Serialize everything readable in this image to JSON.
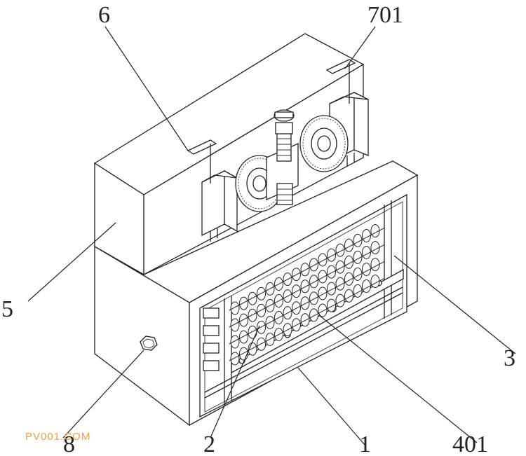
{
  "labels": {
    "l6": "6",
    "l701": "701",
    "l5": "5",
    "l3": "3",
    "l8": "8",
    "l2": "2",
    "l1": "1",
    "l401": "401"
  },
  "watermark": "PV001.COM",
  "colors": {
    "line": "#222222",
    "watermark": "#f0a040",
    "background": "#ffffff"
  }
}
